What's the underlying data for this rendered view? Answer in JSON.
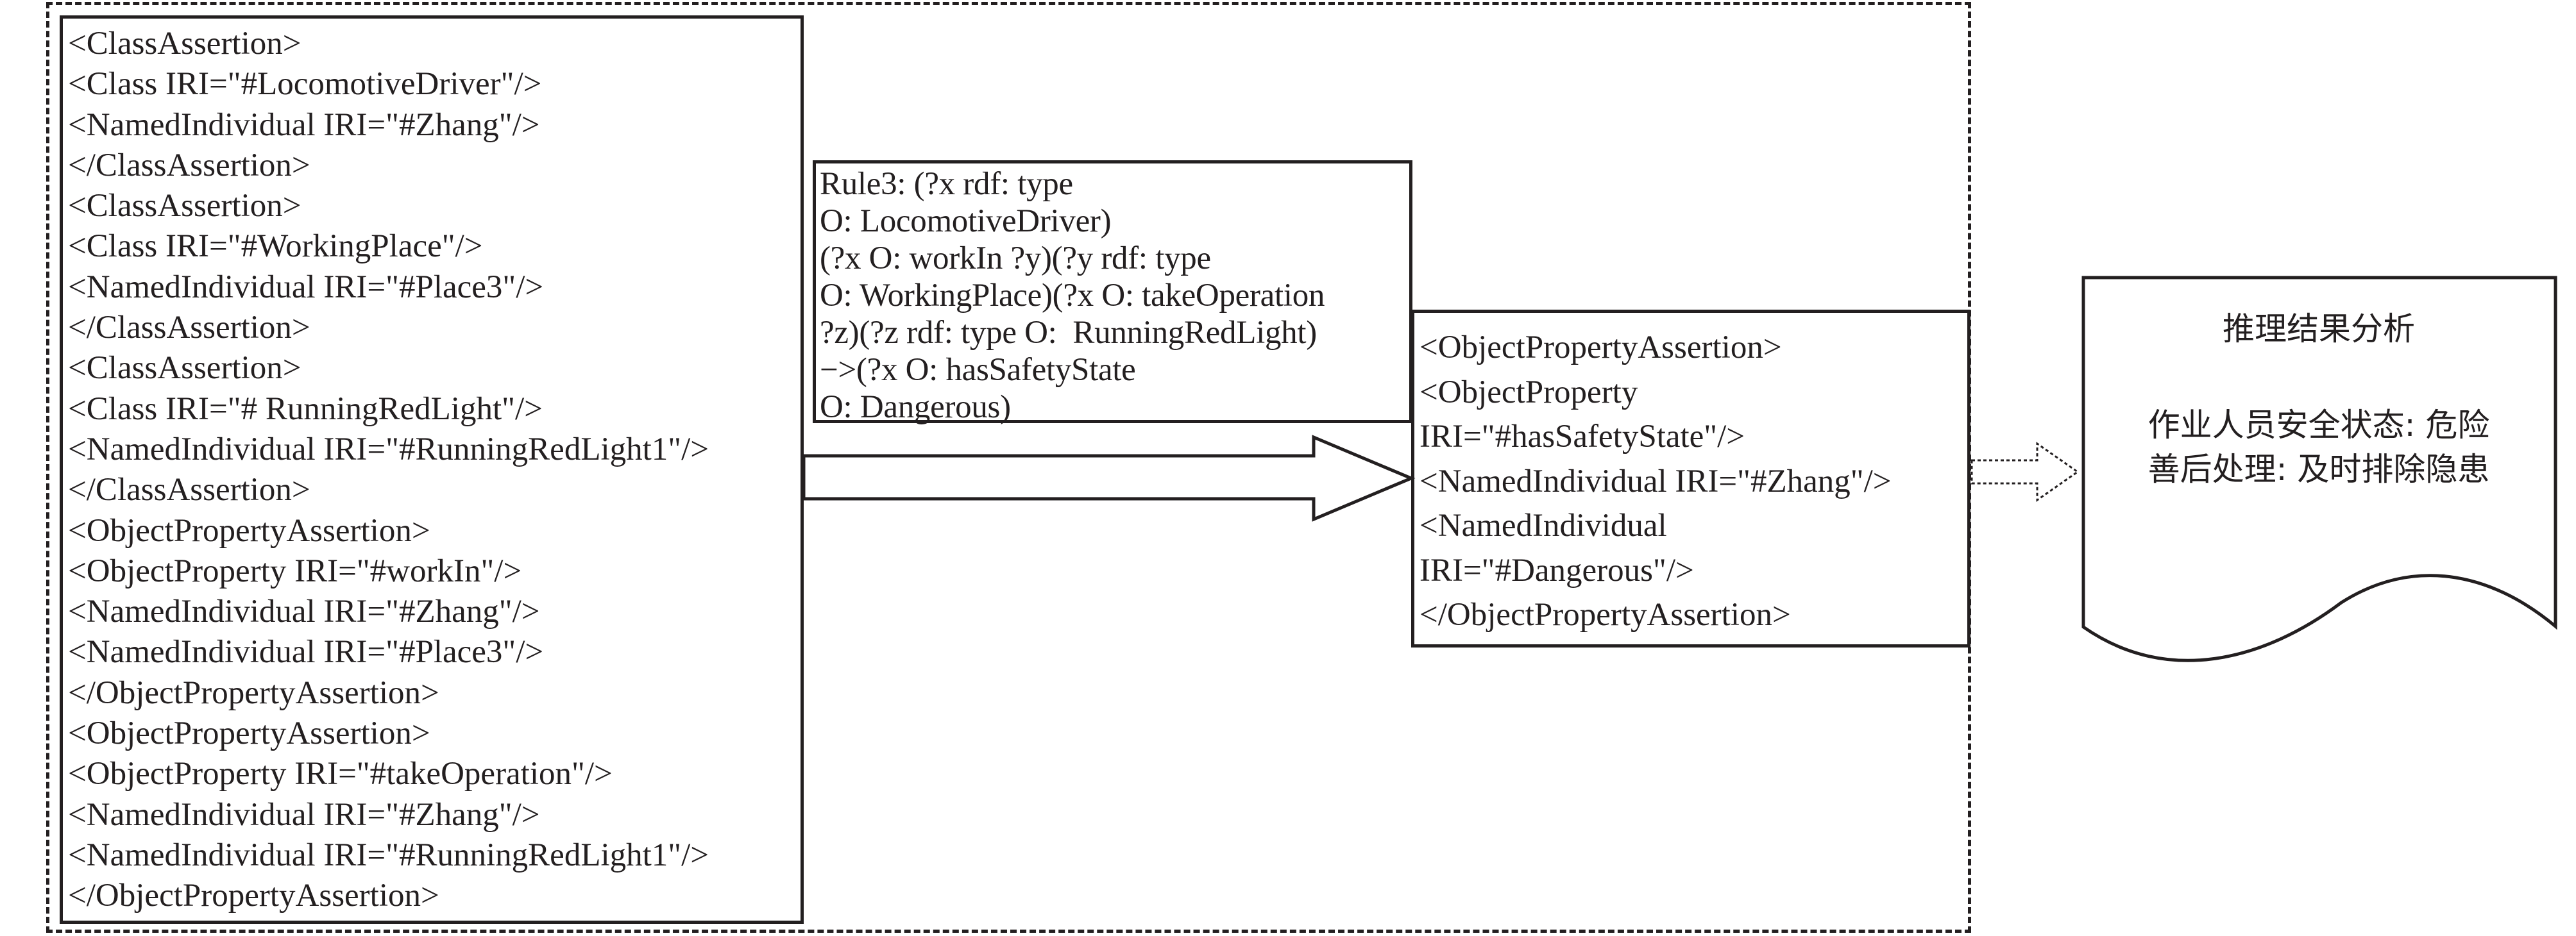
{
  "owl_facts": {
    "lines": [
      "<ClassAssertion>",
      "<Class IRI=\"#LocomotiveDriver\"/>",
      "<NamedIndividual IRI=\"#Zhang\"/>",
      "</ClassAssertion>",
      "<ClassAssertion>",
      "<Class IRI=\"#WorkingPlace\"/>",
      "<NamedIndividual IRI=\"#Place3\"/>",
      "</ClassAssertion>",
      "<ClassAssertion>",
      "<Class IRI=\"# RunningRedLight\"/>",
      "<NamedIndividual IRI=\"#RunningRedLight1\"/>",
      "</ClassAssertion>",
      "<ObjectPropertyAssertion>",
      "<ObjectProperty IRI=\"#workIn\"/>",
      "<NamedIndividual IRI=\"#Zhang\"/>",
      "<NamedIndividual IRI=\"#Place3\"/>",
      "</ObjectPropertyAssertion>",
      "<ObjectPropertyAssertion>",
      "<ObjectProperty IRI=\"#takeOperation\"/>",
      "<NamedIndividual IRI=\"#Zhang\"/>",
      "<NamedIndividual IRI=\"#RunningRedLight1\"/>",
      "</ObjectPropertyAssertion>"
    ]
  },
  "rule": {
    "lines": [
      "Rule3: (?x rdf: type",
      "O: LocomotiveDriver)",
      "(?x O: workIn ?y)(?y rdf: type",
      "O: WorkingPlace)(?x O: takeOperation",
      "?z)(?z rdf: type O:  RunningRedLight)",
      "−>(?x O: hasSafetyState",
      "O: Dangerous)"
    ]
  },
  "inferred": {
    "lines": [
      "<ObjectPropertyAssertion>",
      "<ObjectProperty",
      "IRI=\"#hasSafetyState\"/>",
      "<NamedIndividual IRI=\"#Zhang\"/>",
      "<NamedIndividual",
      "IRI=\"#Dangerous\"/>",
      "</ObjectPropertyAssertion>"
    ]
  },
  "analysis": {
    "title": "推理结果分析",
    "line1": "作业人员安全状态: 危险",
    "line2": "善后处理: 及时排除隐患"
  }
}
